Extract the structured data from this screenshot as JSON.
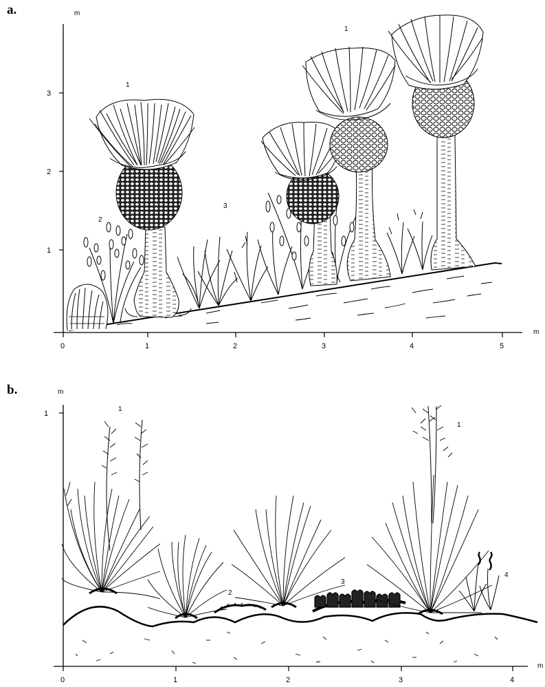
{
  "panel_a": {
    "letter": "a.",
    "y_unit": "m",
    "x_unit": "m",
    "y_ticks": [
      "1",
      "2",
      "3"
    ],
    "x_ticks": [
      "0",
      "1",
      "2",
      "3",
      "4",
      "5"
    ],
    "labels": [
      "1",
      "2",
      "3",
      "1"
    ]
  },
  "panel_b": {
    "letter": "b.",
    "y_unit": "m",
    "x_unit": "m",
    "y_ticks": [
      "1"
    ],
    "x_ticks": [
      "0",
      "1",
      "2",
      "3",
      "4"
    ],
    "labels": [
      "1",
      "2",
      "3",
      "1",
      "4"
    ]
  }
}
